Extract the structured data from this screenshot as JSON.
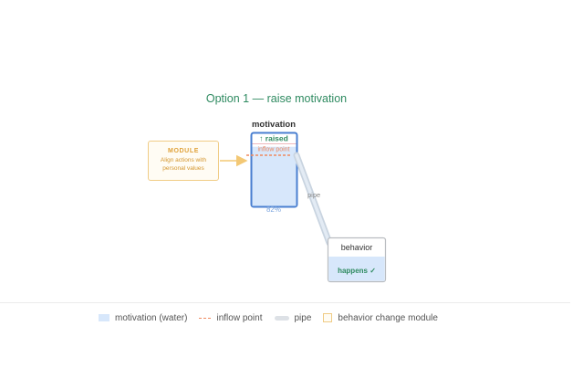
{
  "title": "Option 1 — raise motivation",
  "module": {
    "heading": "MODULE",
    "line1": "Align actions with",
    "line2": "personal values"
  },
  "motivation_tank": {
    "label": "motivation",
    "status": "↑ raised",
    "inflow_label": "inflow point",
    "level_text": "82%",
    "level_fraction": 0.82
  },
  "pipe": {
    "label": "pipe"
  },
  "behavior_tank": {
    "label": "behavior",
    "status": "happens ✓"
  },
  "legend": [
    {
      "label": "motivation (water)",
      "swatch": "water"
    },
    {
      "label": "inflow point",
      "swatch": "inflow"
    },
    {
      "label": "pipe",
      "swatch": "pipe"
    },
    {
      "label": "behavior change module",
      "swatch": "module"
    }
  ],
  "colors": {
    "accent_green": "#2e8a60",
    "tank_blue": "#4a7fd0",
    "water": "#d7e7fb",
    "inflow": "#ef8a5f",
    "module": "#f0cc86",
    "pipe": "#dde1e6"
  }
}
